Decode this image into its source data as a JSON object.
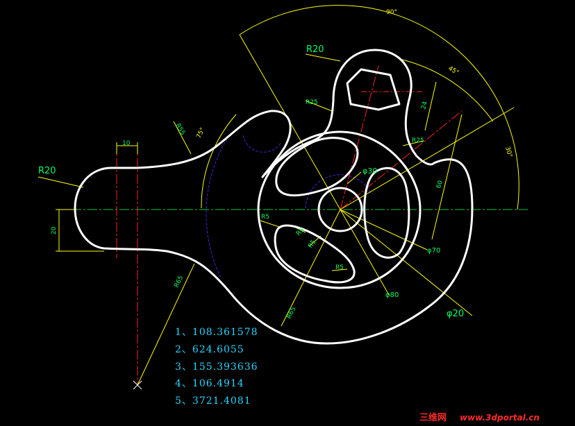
{
  "labels": {
    "r20_top": "R20",
    "r20_left": "R20",
    "phi30": "φ30",
    "phi20": "φ20",
    "phi70": "φ70",
    "phi80": "φ80"
  },
  "dims": {
    "d10": "10",
    "d20": "20",
    "d24": "24",
    "d60": "60",
    "r25a": "R25",
    "r25b": "R25",
    "r55": "R55",
    "r65a": "R65",
    "r65b": "R65",
    "r5a": "R5",
    "r5b": "R5",
    "r5c": "R5",
    "r5d": "R5",
    "a90": "90°",
    "a45": "45°",
    "a30": "30°",
    "a75": "75°"
  },
  "results": [
    "1、108.361578",
    "2、624.6055",
    "3、155.393636",
    "4、106.4914",
    "5、3721.4081"
  ],
  "watermark": {
    "cn": "三维网",
    "url": "www.3dportal.cn"
  },
  "colors": {
    "outline": "#ffffff",
    "center_green": "#00cc33",
    "center_red": "#ff2020",
    "dim_yellow": "#ffff00",
    "text_green": "#00ff66",
    "construct_blue": "#4a22cc",
    "results_cyan": "#2ad6ff",
    "watermark_red": "#ff2a2a"
  }
}
